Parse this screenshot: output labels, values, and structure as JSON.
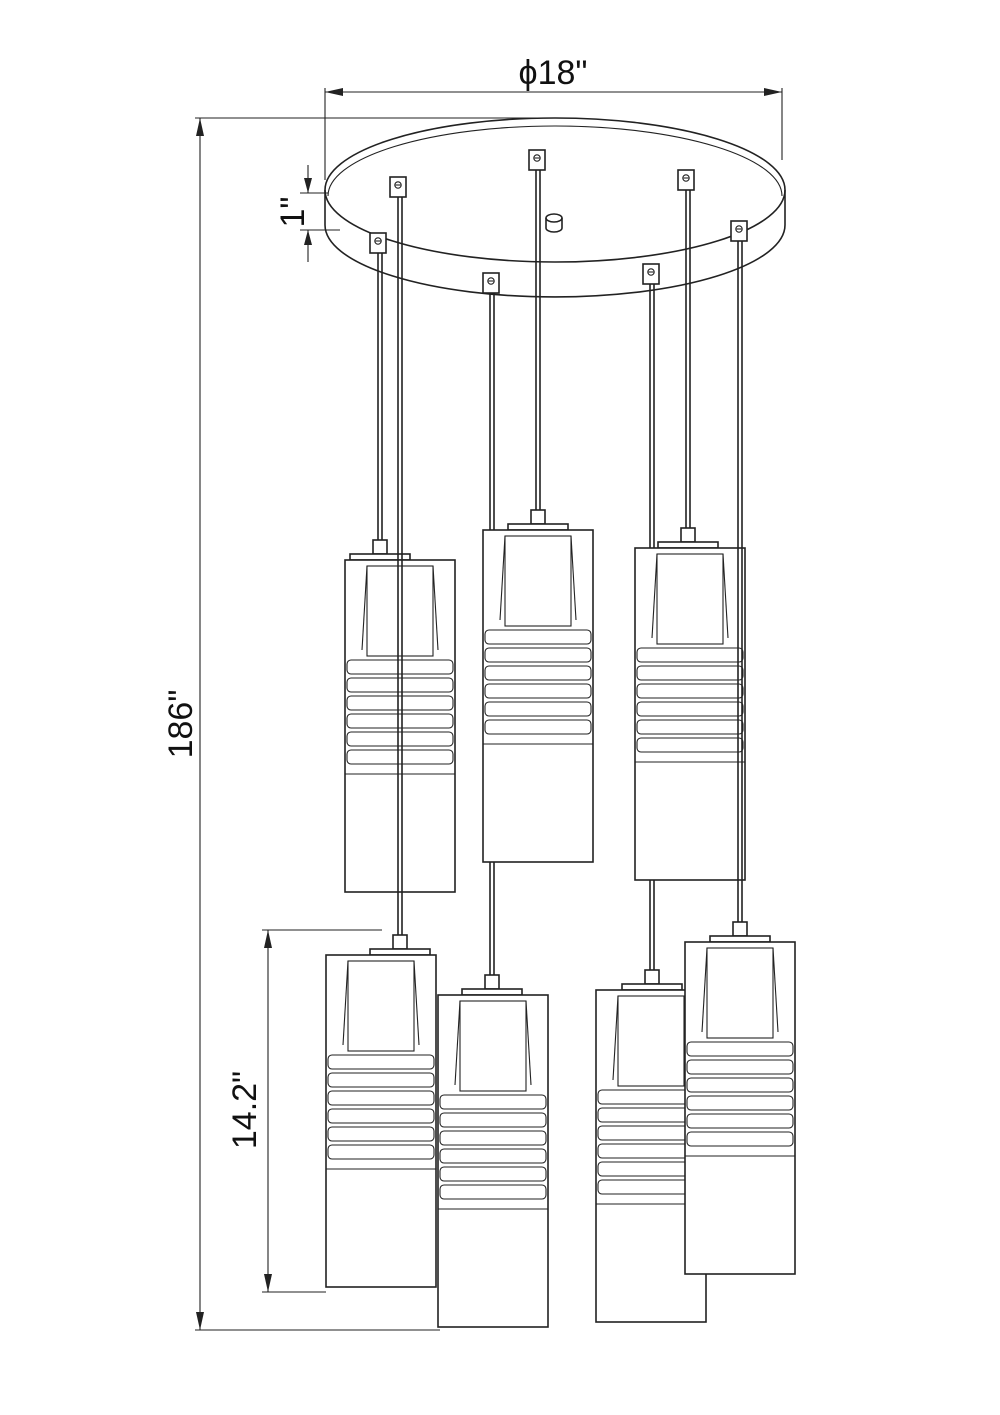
{
  "dimensions": {
    "diameter": "ϕ18\"",
    "canopy_height": "1\"",
    "overall_height": "186\"",
    "shade_height": "14.2\""
  },
  "colors": {
    "line": "#222222",
    "background": "#ffffff"
  }
}
